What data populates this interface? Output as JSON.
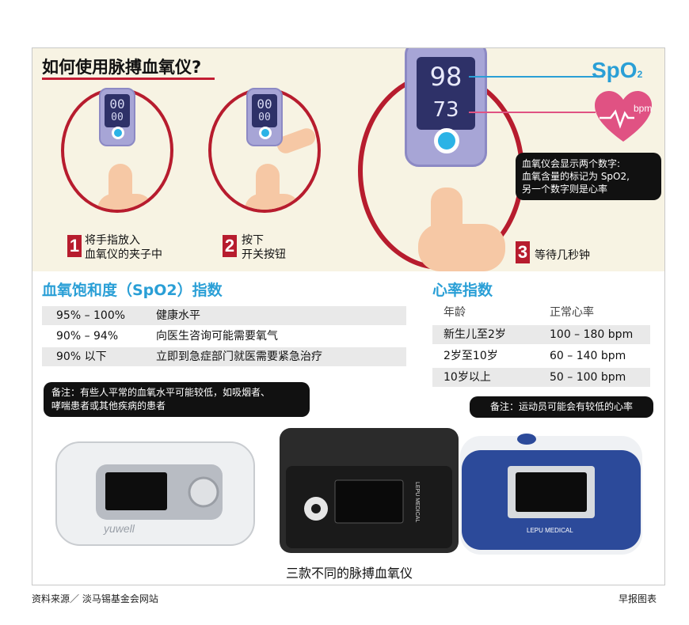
{
  "title": "如何使用脉搏血氧仪?",
  "steps": [
    {
      "number": "1",
      "line1": "将手指放入",
      "line2": "血氧仪的夹子中",
      "screen1": "00",
      "screen2": "00"
    },
    {
      "number": "2",
      "line1": "按下",
      "line2": "开关按钮",
      "screen1": "00",
      "screen2": "00"
    },
    {
      "number": "3",
      "line1": "等待几秒钟",
      "screen1": "98",
      "screen2": "73"
    }
  ],
  "spo2_label": "SpO",
  "spo2_sub": "2",
  "bpm_label": "bpm",
  "explain": [
    "血氧仪会显示两个数字:",
    "血氧含量的标记为 SpO2,",
    "另一个数字则是心率"
  ],
  "spo2_section": {
    "title": "血氧饱和度（SpO2）指数",
    "rows": [
      {
        "range": "95% – 100%",
        "meaning": "健康水平"
      },
      {
        "range": "90% – 94%",
        "meaning": "向医生咨询可能需要氧气"
      },
      {
        "range": "90% 以下",
        "meaning": "立即到急症部门就医需要紧急治疗"
      }
    ],
    "note": [
      "备注：有些人平常的血氧水平可能较低，如吸烟者、",
      "哮喘患者或其他疾病的患者"
    ]
  },
  "hr_section": {
    "title": "心率指数",
    "headers": {
      "age": "年龄",
      "normal": "正常心率"
    },
    "rows": [
      {
        "age": "新生儿至2岁",
        "rate": "100 – 180 bpm"
      },
      {
        "age": "2岁至10岁",
        "rate": "60 – 140 bpm"
      },
      {
        "age": "10岁以上",
        "rate": "50 – 100 bpm"
      }
    ],
    "note": "备注：运动员可能会有较低的心率"
  },
  "devices": {
    "brand1": "yuwell",
    "brand2": "LEPU MEDICAL",
    "brand3": "LEPU MEDICAL"
  },
  "caption": "三款不同的脉搏血氧仪",
  "source": "资料来源／ 淡马锡基金会网站",
  "credit": "早报图表",
  "colors": {
    "accent_red": "#b71c2e",
    "accent_blue": "#2a9fd6",
    "heart_pink": "#e05283"
  }
}
